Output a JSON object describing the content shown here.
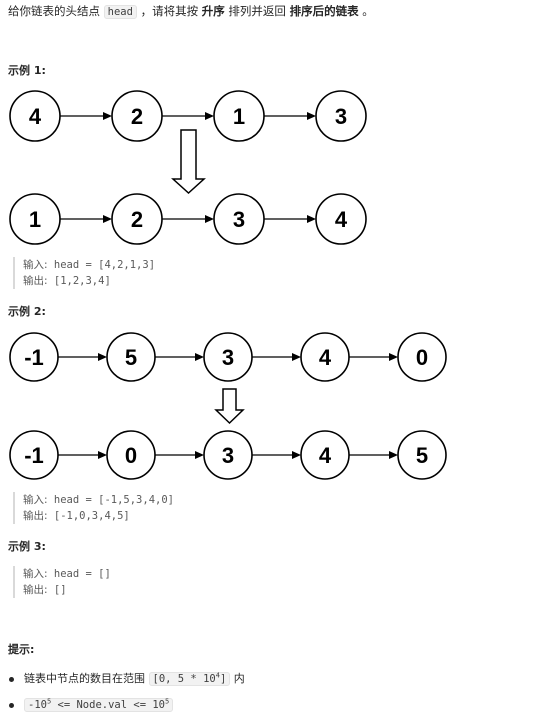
{
  "intro": {
    "t1": "给你链表的头结点",
    "code": "head",
    "t2": "，请将其按",
    "b1": "升序",
    "t3": "排列并返回",
    "b2": "排序后的链表",
    "t4": "。"
  },
  "examples": [
    {
      "title": "示例 1:",
      "input_label": "输入:",
      "input": "head = [4,2,1,3]",
      "output_label": "输出:",
      "output": "[1,2,3,4]",
      "before": [
        "4",
        "2",
        "1",
        "3"
      ],
      "after": [
        "1",
        "2",
        "3",
        "4"
      ]
    },
    {
      "title": "示例 2:",
      "input_label": "输入:",
      "input": "head = [-1,5,3,4,0]",
      "output_label": "输出:",
      "output": "[-1,0,3,4,5]",
      "before": [
        "-1",
        "5",
        "3",
        "4",
        "0"
      ],
      "after": [
        "-1",
        "0",
        "3",
        "4",
        "5"
      ]
    },
    {
      "title": "示例 3:",
      "input_label": "输入:",
      "input": "head = []",
      "output_label": "输出:",
      "output": "[]"
    }
  ],
  "hints": {
    "title": "提示:",
    "c1_text": "链表中节点的数目在范围",
    "c1_code_a": "[0, 5 * 10",
    "c1_code_sup": "4",
    "c1_code_b": "]",
    "c1_tail": "内",
    "c2_a": "-10",
    "c2_sup1": "5",
    "c2_b": " <= Node.val <= 10",
    "c2_sup2": "5"
  }
}
